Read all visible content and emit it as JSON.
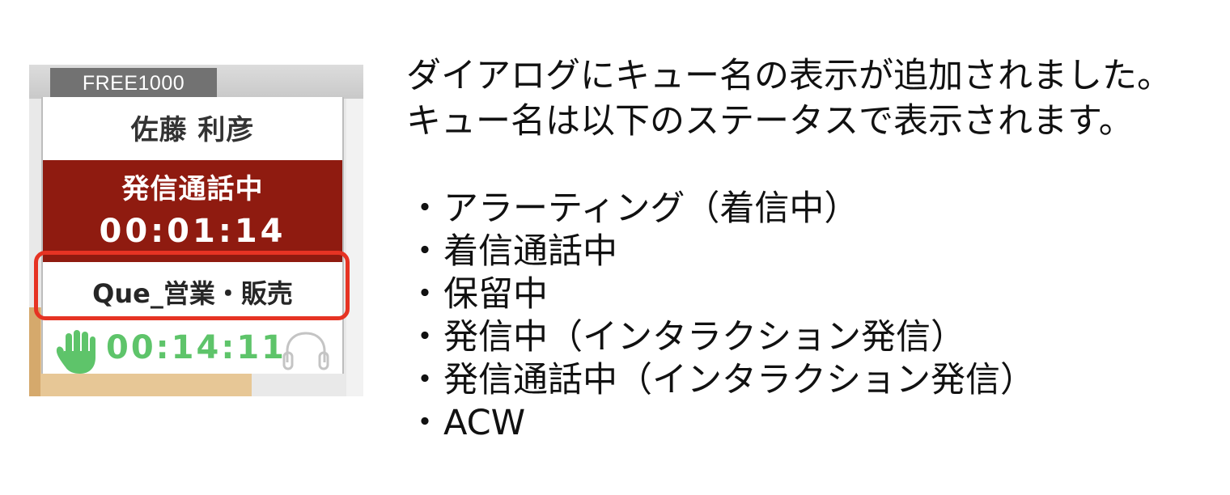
{
  "widget": {
    "extension": "FREE1000",
    "agent_name": "佐藤 利彦",
    "status_label": "発信通話中",
    "status_timer": "00:01:14",
    "queue_name": "Que_営業・販売",
    "idle_timer": "00:14:11",
    "status_color": "#8f1b10",
    "idle_timer_color": "#5ec46a",
    "highlight_color": "#e63323",
    "icons": [
      "hand-icon",
      "headset-icon"
    ]
  },
  "explanation": {
    "intro_lines": [
      "ダイアログにキュー名の表示が追加されました。",
      "キュー名は以下のステータスで表示されます。"
    ],
    "bullet": "・",
    "statuses": [
      "アラーティング（着信中）",
      "着信通話中",
      "保留中",
      "発信中（インタラクション発信）",
      "発信通話中（インタラクション発信）",
      "ACW"
    ]
  }
}
